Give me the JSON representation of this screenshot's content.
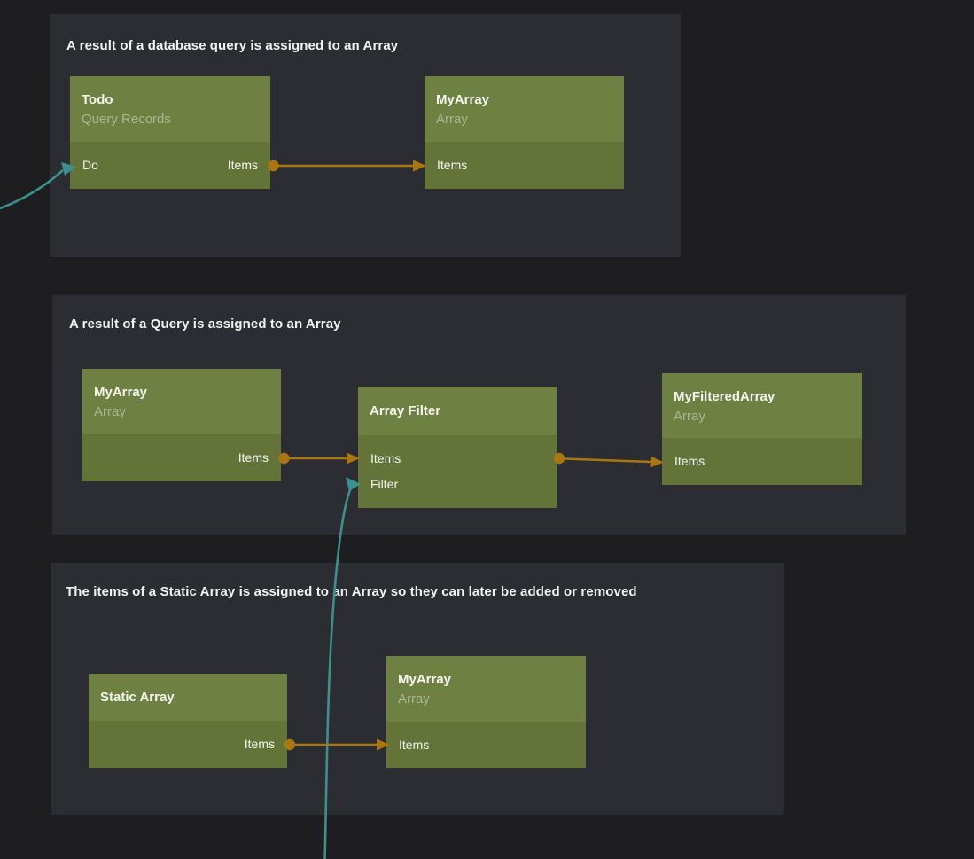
{
  "colors": {
    "canvas_bg": "#1e1e20",
    "panel_bg": "#2b2d33",
    "node_header": "#6e8142",
    "node_body": "#647439",
    "connection_orange": "#a9760f",
    "connection_teal": "#3b918d"
  },
  "groups": [
    {
      "title": "A result of a database query is assigned to an Array",
      "nodes": [
        {
          "title": "Todo",
          "subtitle": "Query Records",
          "ports": {
            "input": "Do",
            "output": "Items"
          }
        },
        {
          "title": "MyArray",
          "subtitle": "Array",
          "ports": {
            "input": "Items"
          }
        }
      ]
    },
    {
      "title": "A result of a Query is assigned to an Array",
      "nodes": [
        {
          "title": "MyArray",
          "subtitle": "Array",
          "ports": {
            "output": "Items"
          }
        },
        {
          "title": "Array Filter",
          "ports": {
            "input1": "Items",
            "input2": "Filter"
          }
        },
        {
          "title": "MyFilteredArray",
          "subtitle": "Array",
          "ports": {
            "input": "Items"
          }
        }
      ]
    },
    {
      "title": "The items of a Static Array is assigned to an Array so they can later be added or removed",
      "nodes": [
        {
          "title": "Static Array",
          "ports": {
            "output": "Items"
          }
        },
        {
          "title": "MyArray",
          "subtitle": "Array",
          "ports": {
            "input": "Items"
          }
        }
      ]
    }
  ]
}
